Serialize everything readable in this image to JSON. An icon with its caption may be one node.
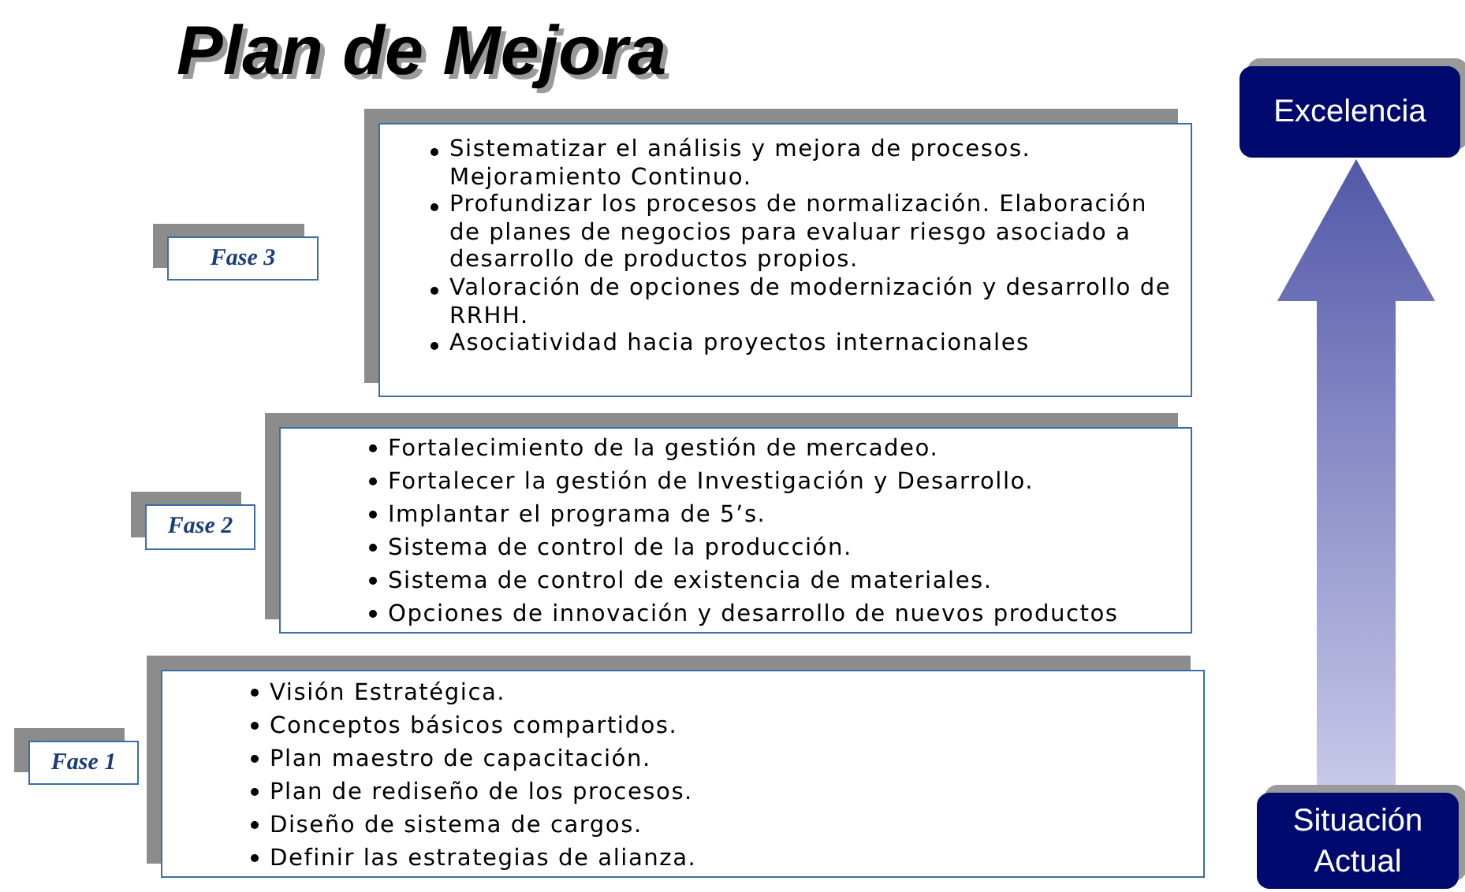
{
  "diagram": {
    "title": "Plan de Mejora",
    "nodes": [
      {
        "text": [
          "Fase 3"
        ]
      },
      {
        "text": [
          "Sistematizar el análisis y mejora de procesos. Mejoramiento Continuo.",
          "Profundizar los procesos de normalización. Elaboración de planes de negocios para evaluar riesgo asociado a desarrollo de productos propios.",
          "Valoración de opciones de modernización y desarrollo de RRHH.",
          "Asociatividad hacia proyectos internacionales"
        ]
      },
      {
        "text": [
          "Fase 2"
        ]
      },
      {
        "text": [
          "Fortalecimiento de la gestión de mercadeo.",
          "Fortalecer la gestión de Investigación y Desarrollo.",
          "Implantar el programa de 5’s.",
          "Sistema de control de la producción.",
          "Sistema de control de existencia de materiales.",
          "Opciones de innovación y desarrollo de nuevos productos"
        ]
      },
      {
        "text": [
          "Fase 1"
        ]
      },
      {
        "text": [
          "Visión Estratégica.",
          "Conceptos básicos compartidos.",
          "Plan maestro de capacitación.",
          "Plan de rediseño de los procesos.",
          "Diseño de sistema de cargos.",
          "Definir las estrategias de alianza."
        ]
      },
      {
        "text": [
          "Excelencia"
        ]
      },
      {
        "text": [
          "Situación Actual"
        ]
      }
    ],
    "edges": [
      {
        "from": 7,
        "to": 6,
        "arrow": "to",
        "style": "thick"
      }
    ]
  }
}
